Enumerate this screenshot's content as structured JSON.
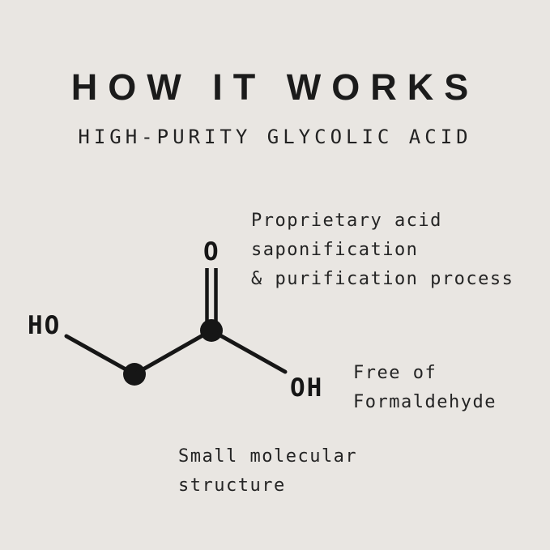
{
  "background_color": "#e9e6e2",
  "text_color": "#1b1b1b",
  "header": {
    "title": "HOW IT WORKS",
    "subtitle": "HIGH-PURITY GLYCOLIC ACID"
  },
  "annotations": {
    "process": [
      "Proprietary acid",
      "saponification",
      "& purification process"
    ],
    "free_of": [
      "Free of",
      "Formaldehyde"
    ],
    "structure": [
      "Small molecular",
      "structure"
    ]
  },
  "molecule": {
    "name": "glycolic acid structural formula",
    "labels": {
      "ho": "HO",
      "o": "O",
      "oh": "OH"
    }
  }
}
